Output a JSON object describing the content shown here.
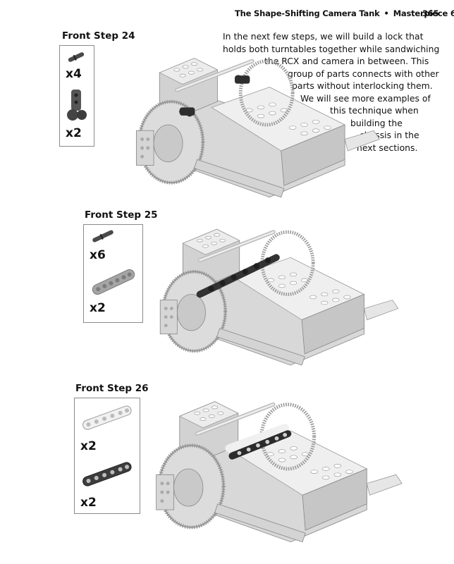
{
  "header": {
    "chapter_title": "The Shape-Shifting Camera Tank",
    "section": "Masterpiece 6",
    "page_number": "365"
  },
  "intro_text": {
    "lines": [
      "In the next few steps, we will build a lock that",
      "holds both turntables together while sandwiching",
      "the RCX and camera in between. This",
      "group of parts connects with other",
      "parts without interlocking them.",
      "We will see more examples of",
      "this technique when",
      "building the",
      "chassis in the",
      "next sections."
    ]
  },
  "steps": [
    {
      "title": "Front Step 24",
      "parts": [
        {
          "icon": "technic-pin-icon",
          "quantity": "x4"
        },
        {
          "icon": "axle-pin-connector-icon",
          "quantity": "x2"
        }
      ]
    },
    {
      "title": "Front Step 25",
      "parts": [
        {
          "icon": "technic-pin-icon",
          "quantity": "x6"
        },
        {
          "icon": "gray-liftarm-beam-icon",
          "quantity": "x2"
        }
      ]
    },
    {
      "title": "Front Step 26",
      "parts": [
        {
          "icon": "white-liftarm-beam-icon",
          "quantity": "x2"
        },
        {
          "icon": "dark-liftarm-beam-icon",
          "quantity": "x2"
        }
      ]
    }
  ]
}
